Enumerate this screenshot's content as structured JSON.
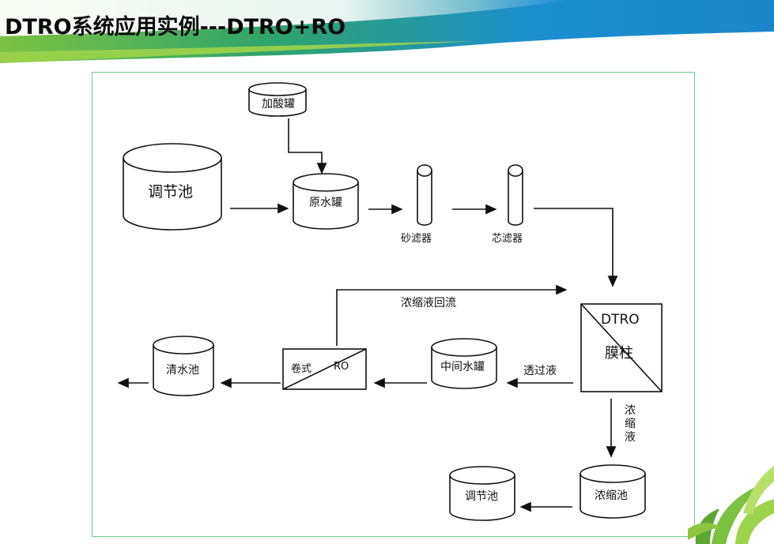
{
  "slide": {
    "title": "DTRO系统应用实例---DTRO+RO"
  },
  "colors": {
    "banner_blue": "#1b8fd0",
    "banner_green": "#8cc63f",
    "frame_border": "#6fcf8a"
  },
  "diagram": {
    "acid_tank": "加酸罐",
    "regulating_tank_top": "调节池",
    "raw_water_tank": "原水罐",
    "sand_filter": "砂滤器",
    "cartridge_filter": "芯滤器",
    "concentrate_reflux": "浓缩液回流",
    "dtro_label": "DTRO",
    "membrane_column": "膜柱",
    "clean_water_tank": "清水池",
    "spiral_label": "卷式",
    "ro_label": "RO",
    "intermediate_tank": "中间水罐",
    "permeate": "透过液",
    "concentrate": "浓缩液",
    "concentrate_tank": "浓缩池",
    "regulating_tank_bottom": "调节池"
  }
}
